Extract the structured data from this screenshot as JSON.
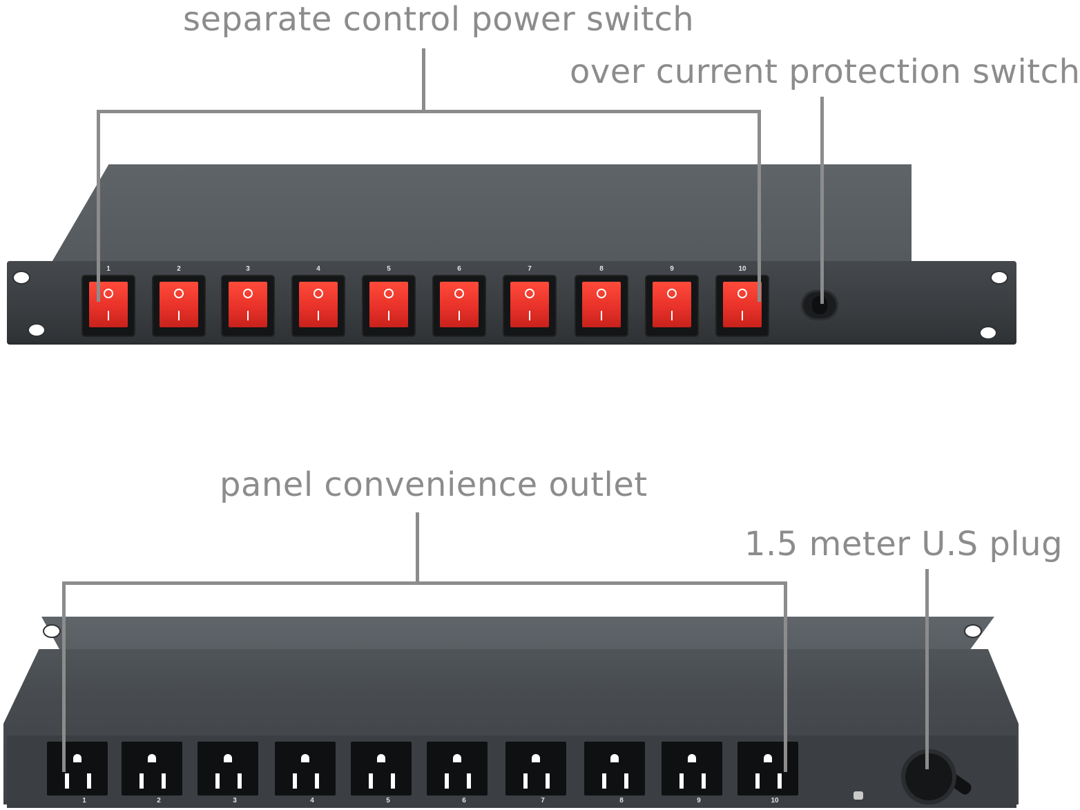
{
  "callouts": {
    "switch": "separate control power switch",
    "breaker": "over current protection switch",
    "outlet": "panel convenience outlet",
    "plug": "1.5 meter  U.S plug"
  },
  "switch_numbers": [
    "1",
    "2",
    "3",
    "4",
    "5",
    "6",
    "7",
    "8",
    "9",
    "10"
  ],
  "outlet_numbers": [
    "1",
    "2",
    "3",
    "4",
    "5",
    "6",
    "7",
    "8",
    "9",
    "10"
  ],
  "colors": {
    "callout_gray": "#8c8c8c",
    "rocker_red": "#e8322a",
    "panel_dark": "#3e4246"
  }
}
